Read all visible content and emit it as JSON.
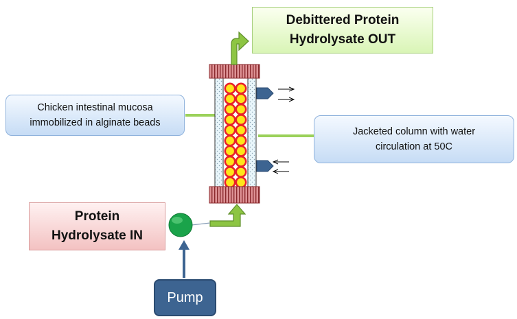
{
  "labels": {
    "outlet": "Debittered Protein\nHydrolysate  OUT",
    "mucosa": "Chicken intestinal  mucosa\nimmobilized in alginate beads",
    "jacket": "Jacketed  column  with water\ncirculation at 50C",
    "inlet": "Protein\nHydrolysate  IN",
    "pump": "Pump"
  },
  "colors": {
    "outlet_fill": "#d9f5b6",
    "label_fill": "#c6dcf5",
    "inlet_fill": "#f3c2c2",
    "pump_fill": "#3d6491",
    "arrow_green": "#8dc543",
    "bead_fill": "#ffe51a",
    "bead_ring": "#e8222a",
    "cap_fill": "#d9878a",
    "inlet_ball": "#1aa34a",
    "water_port": "#3d6491"
  },
  "icons": {
    "ports": [
      "water-outlet-port-icon",
      "water-inlet-port-icon"
    ]
  }
}
